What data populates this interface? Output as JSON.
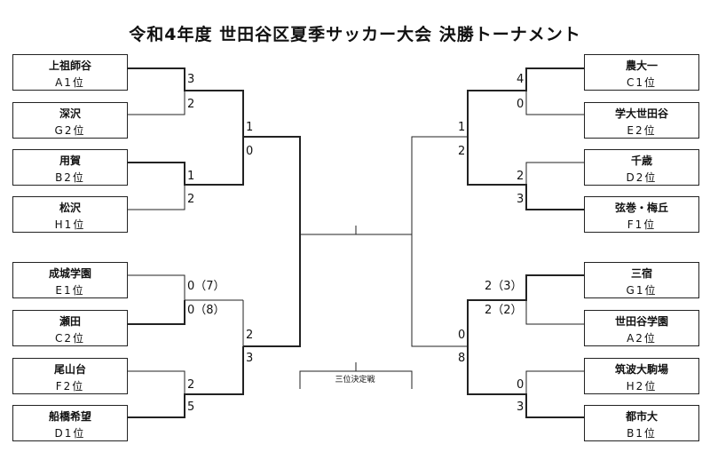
{
  "title": "令和4年度 世田谷区夏季サッカー大会 決勝トーナメント",
  "teams": {
    "l1": {
      "name": "上祖師谷",
      "seed": "A1位"
    },
    "l2": {
      "name": "深沢",
      "seed": "G2位"
    },
    "l3": {
      "name": "用賀",
      "seed": "B2位"
    },
    "l4": {
      "name": "松沢",
      "seed": "H1位"
    },
    "l5": {
      "name": "成城学園",
      "seed": "E1位"
    },
    "l6": {
      "name": "瀬田",
      "seed": "C2位"
    },
    "l7": {
      "name": "尾山台",
      "seed": "F2位"
    },
    "l8": {
      "name": "船橋希望",
      "seed": "D1位"
    },
    "r1": {
      "name": "農大一",
      "seed": "C1位"
    },
    "r2": {
      "name": "学大世田谷",
      "seed": "E2位"
    },
    "r3": {
      "name": "千歳",
      "seed": "D2位"
    },
    "r4": {
      "name": "弦巻・梅丘",
      "seed": "F1位"
    },
    "r5": {
      "name": "三宿",
      "seed": "G1位"
    },
    "r6": {
      "name": "世田谷学園",
      "seed": "A2位"
    },
    "r7": {
      "name": "筑波大駒場",
      "seed": "H2位"
    },
    "r8": {
      "name": "都市大",
      "seed": "B1位"
    }
  },
  "scores": {
    "l1": "3",
    "l2": "2",
    "l3": "1",
    "l4": "2",
    "l5": "0（7）",
    "l6": "0（8）",
    "l7": "2",
    "l8": "5",
    "lq1": "1",
    "lq2": "0",
    "lq3": "2",
    "lq4": "3",
    "r1": "4",
    "r2": "0",
    "r3": "2",
    "r4": "3",
    "r5": "2（3）",
    "r6": "2（2）",
    "r7": "0",
    "r8": "3",
    "rq1": "1",
    "rq2": "2",
    "rq3": "0",
    "rq4": "8"
  },
  "third_place_label": "三位決定戦"
}
